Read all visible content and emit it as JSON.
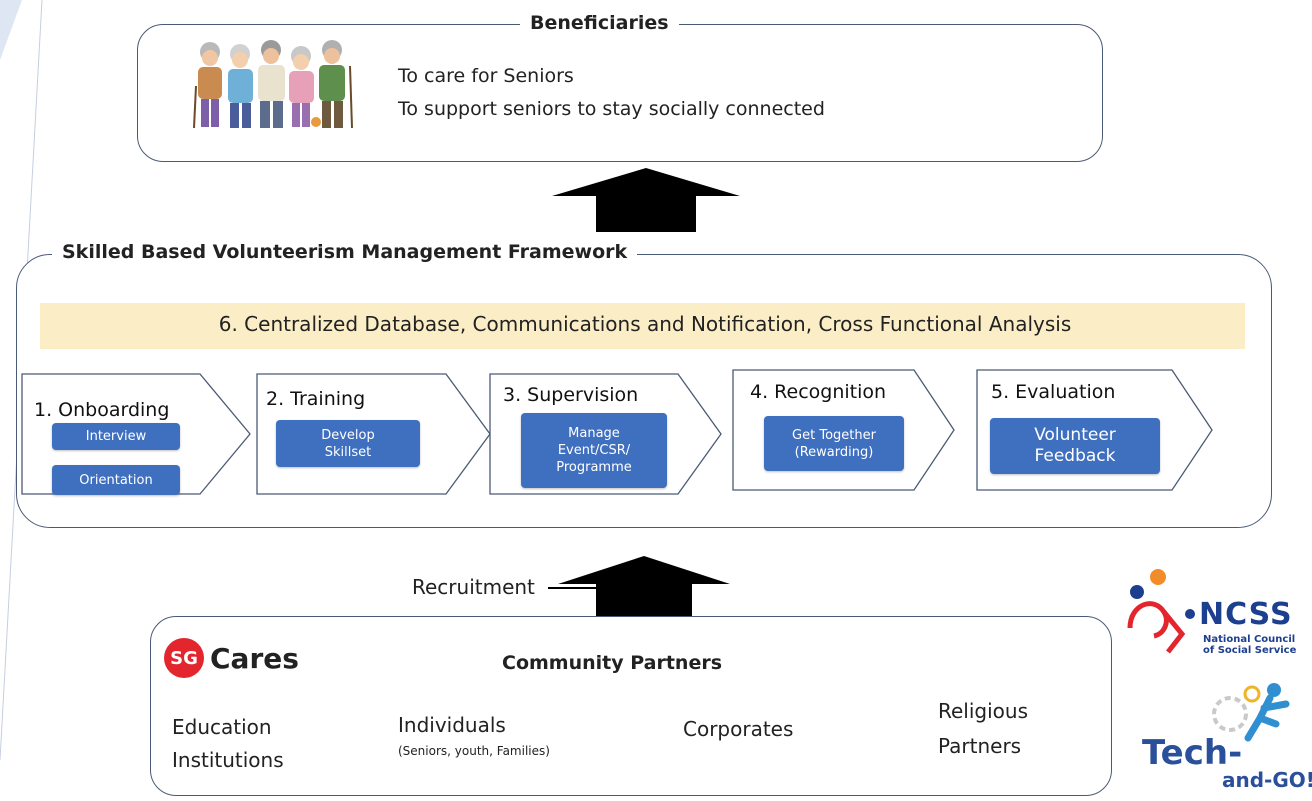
{
  "beneficiaries": {
    "title": "Beneficiaries",
    "line1": "To care for Seniors",
    "line2": "To support seniors to stay socially connected"
  },
  "framework": {
    "title": "Skilled Based Volunteerism Management Framework",
    "banner": "6. Centralized Database, Communications and Notification, Cross Functional Analysis",
    "steps": [
      {
        "label": "1. Onboarding",
        "items": [
          "Interview",
          "Orientation"
        ]
      },
      {
        "label": "2. Training",
        "items": [
          "Develop Skillset"
        ]
      },
      {
        "label": "3. Supervision",
        "items": [
          "Manage Event/CSR/ Programme"
        ]
      },
      {
        "label": "4. Recognition",
        "items": [
          "Get Together (Rewarding)"
        ]
      },
      {
        "label": "5. Evaluation",
        "items": [
          "Volunteer Feedback"
        ]
      }
    ]
  },
  "recruitment": {
    "label": "Recruitment"
  },
  "partners": {
    "logo_sg": "SG",
    "logo_cares": "Cares",
    "title": "Community Partners",
    "education_1": "Education",
    "education_2": "Institutions",
    "individuals": "Individuals",
    "individuals_sub": "(Seniors, youth, Families)",
    "corporates": "Corporates",
    "religious_1": "Religious",
    "religious_2": "Partners"
  },
  "ncss": {
    "name": "NCSS",
    "line1": "National Council",
    "line2": "of Social Service"
  },
  "techgo": {
    "word1": "Tech-",
    "word2": "and-GO!"
  },
  "colors": {
    "pill_blue": "#3f6fbf",
    "banner_yellow": "#fbeec7",
    "sg_red": "#e3262d",
    "ncss_blue": "#1d3f8f",
    "arrow": "#000000"
  }
}
